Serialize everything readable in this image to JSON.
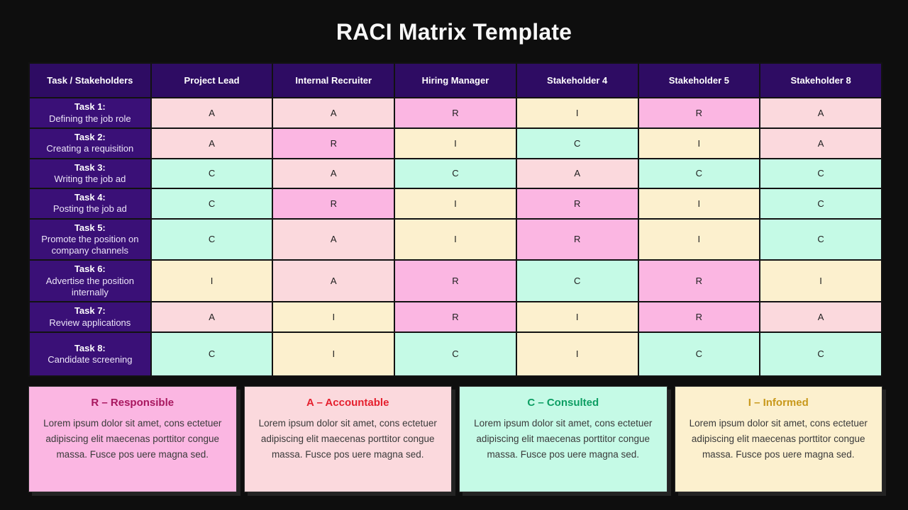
{
  "title": "RACI Matrix Template",
  "table": {
    "headers": [
      "Task / Stakeholders",
      "Project Lead",
      "Internal Recruiter",
      "Hiring Manager",
      "Stakeholder 4",
      "Stakeholder 5",
      "Stakeholder 8"
    ],
    "rows": [
      {
        "task_label": "Task 1:",
        "task_desc": "Defining the job role",
        "cells": [
          "A",
          "A",
          "R",
          "I",
          "R",
          "A"
        ]
      },
      {
        "task_label": "Task 2:",
        "task_desc": "Creating a requisition",
        "cells": [
          "A",
          "R",
          "I",
          "C",
          "I",
          "A"
        ]
      },
      {
        "task_label": "Task 3:",
        "task_desc": "Writing the job ad",
        "cells": [
          "C",
          "A",
          "C",
          "A",
          "C",
          "C"
        ]
      },
      {
        "task_label": "Task 4:",
        "task_desc": "Posting the job ad",
        "cells": [
          "C",
          "R",
          "I",
          "R",
          "I",
          "C"
        ]
      },
      {
        "task_label": "Task 5:",
        "task_desc": "Promote the position on company channels",
        "cells": [
          "C",
          "A",
          "I",
          "R",
          "I",
          "C"
        ]
      },
      {
        "task_label": "Task 6:",
        "task_desc": "Advertise the position internally",
        "cells": [
          "I",
          "A",
          "R",
          "C",
          "R",
          "I"
        ]
      },
      {
        "task_label": "Task 7:",
        "task_desc": "Review applications",
        "cells": [
          "A",
          "I",
          "R",
          "I",
          "R",
          "A"
        ]
      },
      {
        "task_label": "Task 8:",
        "task_desc": "Candidate screening",
        "cells": [
          "C",
          "I",
          "C",
          "I",
          "C",
          "C"
        ]
      }
    ]
  },
  "cell_colors": {
    "R": "#fbb6e2",
    "A": "#fbd9dd",
    "C": "#c5fae6",
    "I": "#fcf0ce"
  },
  "legend": [
    {
      "key": "R",
      "title": "R – Responsible",
      "title_color": "#a8175f",
      "bg": "#fbb6e2",
      "body": "Lorem ipsum dolor sit amet, cons ectetuer adipiscing elit maecenas porttitor congue massa. Fusce pos uere magna sed."
    },
    {
      "key": "A",
      "title": "A – Accountable",
      "title_color": "#e5202e",
      "bg": "#fbd9dd",
      "body": "Lorem ipsum dolor sit amet, cons ectetuer adipiscing elit maecenas porttitor congue massa. Fusce pos uere magna sed."
    },
    {
      "key": "C",
      "title": "C – Consulted",
      "title_color": "#0d9e63",
      "bg": "#c5fae6",
      "body": "Lorem ipsum dolor sit amet, cons ectetuer adipiscing elit maecenas porttitor congue massa. Fusce pos uere magna sed."
    },
    {
      "key": "I",
      "title": "I – Informed",
      "title_color": "#c8981b",
      "bg": "#fcf0ce",
      "body": "Lorem ipsum dolor sit amet, cons ectetuer adipiscing elit maecenas porttitor congue massa. Fusce pos uere magna sed."
    }
  ]
}
